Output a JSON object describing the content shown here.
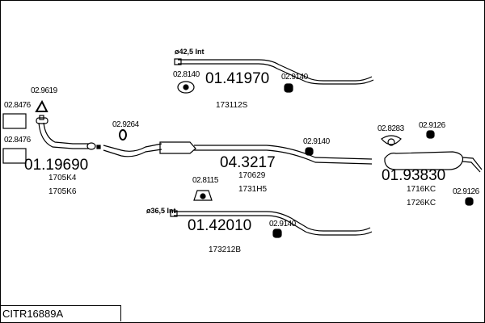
{
  "diagram_code": "CITR16889A",
  "parts": {
    "p1": {
      "number": "01.41970",
      "ref": "173112S",
      "diameter": "ø42,5 Int",
      "clamp": "02.8140",
      "hanger": "02.9140"
    },
    "p2": {
      "number": "01.19690",
      "refs": [
        "1705K4",
        "1705K6"
      ],
      "gasket": "02.9619",
      "kit1": "02.8476",
      "kit2": "02.8476",
      "ring": "02.9264"
    },
    "p3": {
      "number": "04.3217",
      "refs": [
        "170629",
        "1731H5"
      ],
      "hanger": "02.9140"
    },
    "p4": {
      "number": "01.42010",
      "ref": "173212B",
      "diameter": "ø36,5 Int",
      "clamp": "02.8115",
      "hanger": "02.9140"
    },
    "p5": {
      "number": "01.93830",
      "refs": [
        "1716KC",
        "1726KC"
      ],
      "clamp": "02.8283",
      "hanger1": "02.9126",
      "hanger2": "02.9126"
    }
  }
}
